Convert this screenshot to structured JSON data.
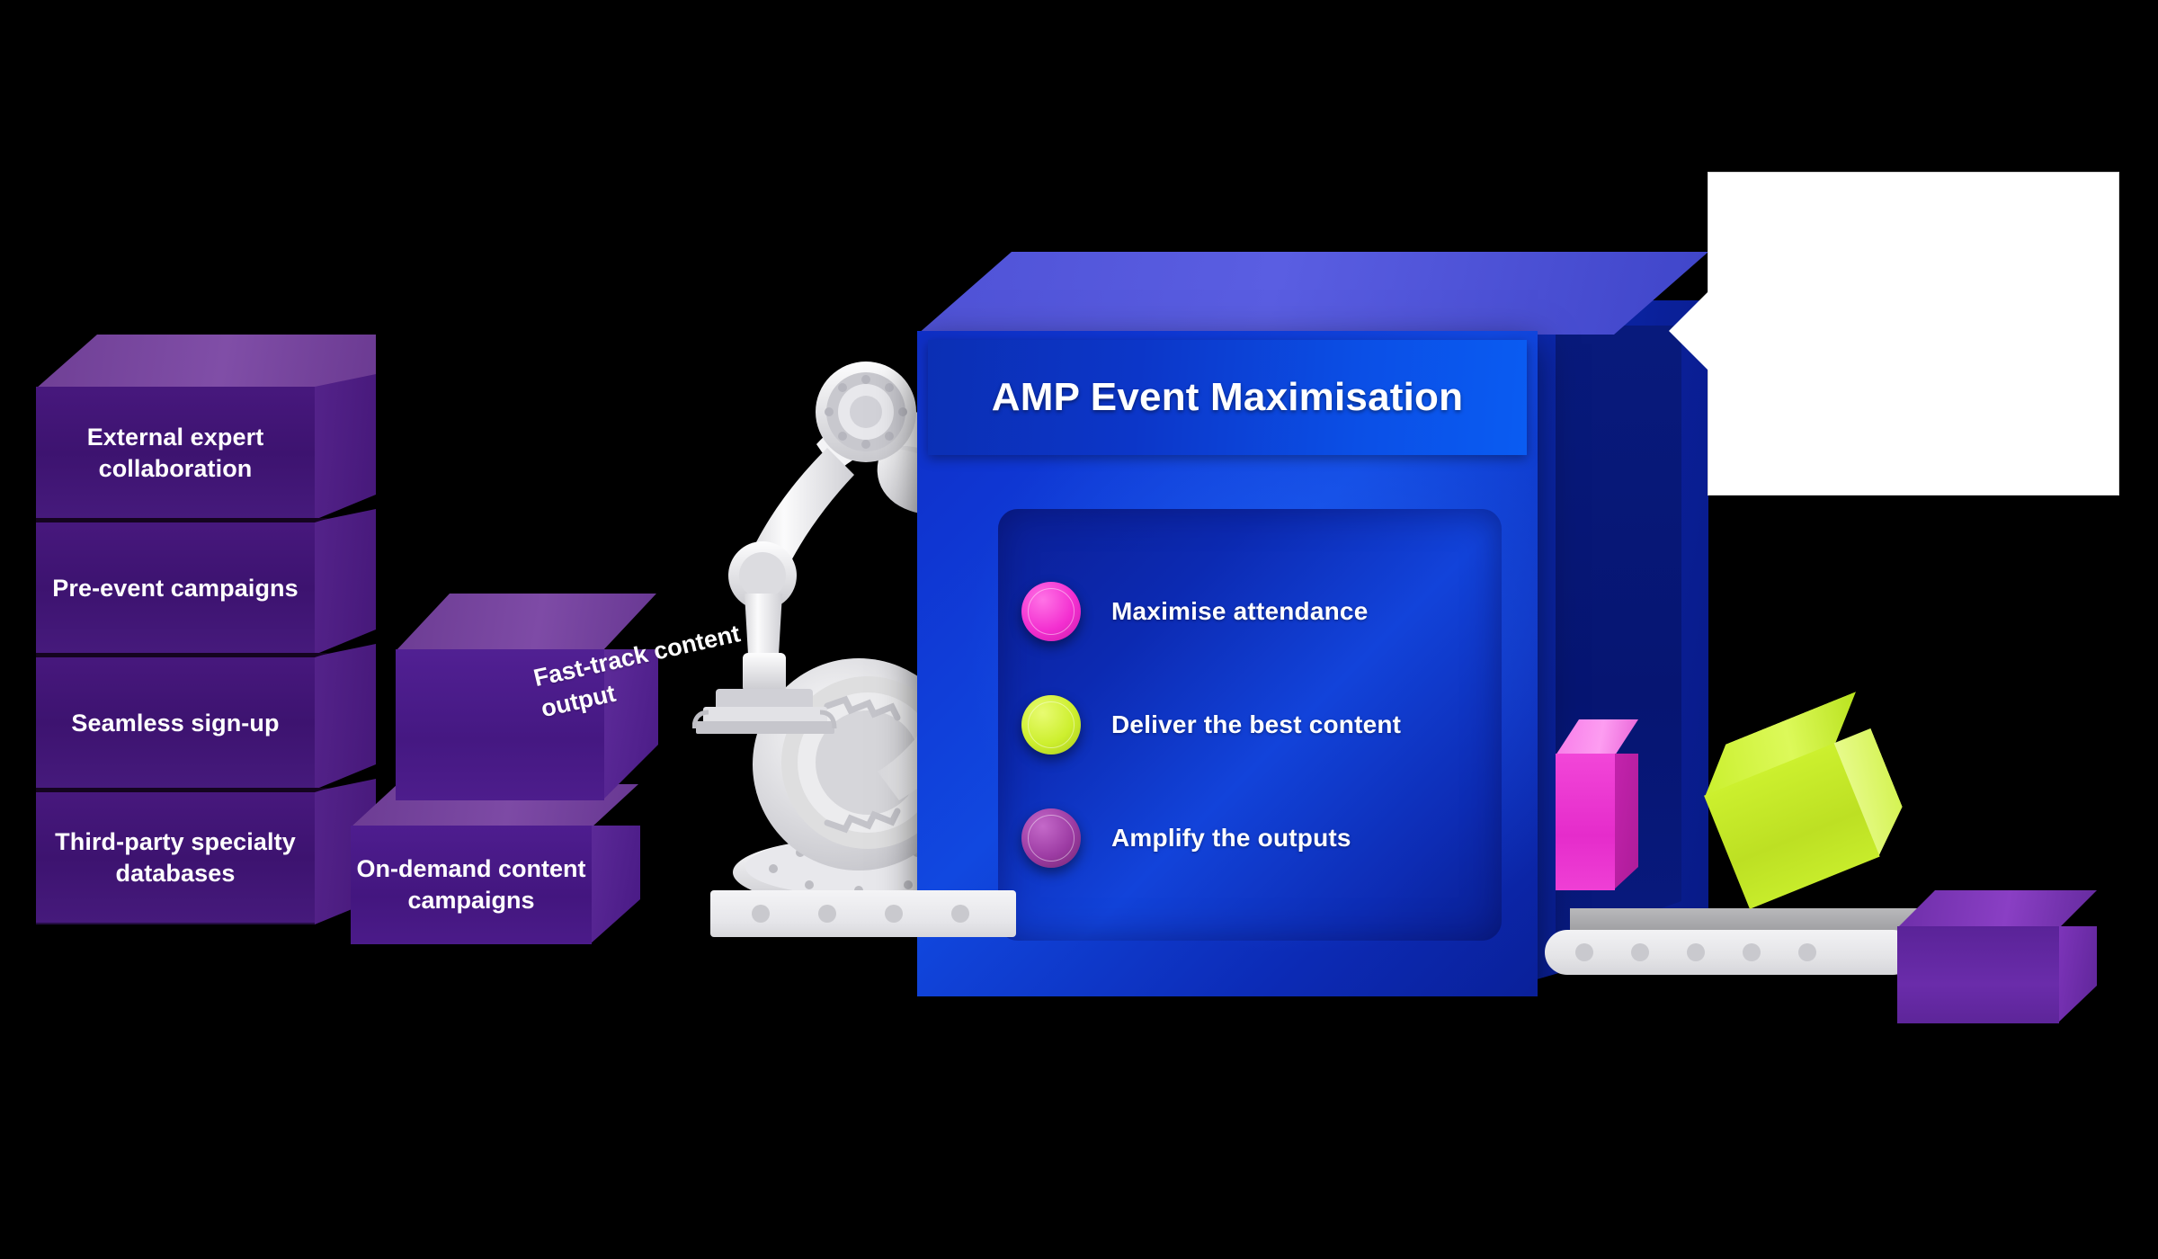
{
  "left_stack": {
    "items": [
      {
        "label": "External expert collaboration"
      },
      {
        "label": "Pre-event campaigns"
      },
      {
        "label": "Seamless sign-up"
      },
      {
        "label": "Third-party specialty databases"
      }
    ]
  },
  "second_column": {
    "fast_track": {
      "label": "Fast-track content output"
    },
    "on_demand": {
      "label": "On-demand content campaigns"
    }
  },
  "blue_panel": {
    "title": "AMP Event Maximisation",
    "bullets": [
      {
        "label": "Maximise attendance",
        "color": "#f32fd0"
      },
      {
        "label": "Deliver the best content",
        "color": "#cdef2e"
      },
      {
        "label": "Amplify the outputs",
        "color": "#9c3ba3"
      }
    ]
  },
  "callout": {
    "content": ""
  },
  "colors": {
    "background": "#000000",
    "purple_front": "#43167f",
    "purple_top": "#7a4aa4",
    "blue_front": "#1148e0",
    "blue_top": "#5558d8",
    "blue_dark_side": "#081a7c",
    "header_gradient_start": "#0b2fb4",
    "header_gradient_end": "#0a5cf2",
    "magenta_box": "#ef3fd5",
    "lime_box": "#ccf02e",
    "purple_box": "#6a2caa",
    "conveyor": "#e6e6ea",
    "robot": "#f1f1f3"
  }
}
